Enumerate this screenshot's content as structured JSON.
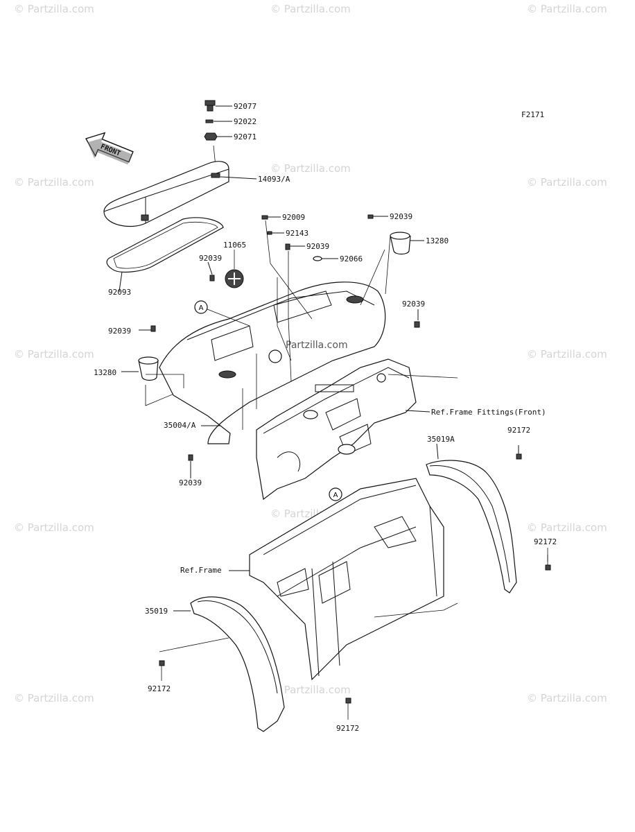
{
  "figure_code": "F2171",
  "front_arrow_label": "FRONT",
  "watermark_text": "© Partzilla.com",
  "center_watermark": "Partzilla.com",
  "callout_a": "A",
  "parts": [
    "92077",
    "92022",
    "92071",
    "14093/A",
    "92009",
    "92039",
    "92143",
    "92039",
    "92066",
    "13280",
    "11065",
    "92039",
    "92093",
    "92039",
    "92039",
    "13280",
    "35004/A",
    "Ref.Frame Fittings(Front)",
    "92039",
    "35019A",
    "92172",
    "92172",
    "Ref.Frame",
    "35019",
    "92172",
    "92172"
  ]
}
